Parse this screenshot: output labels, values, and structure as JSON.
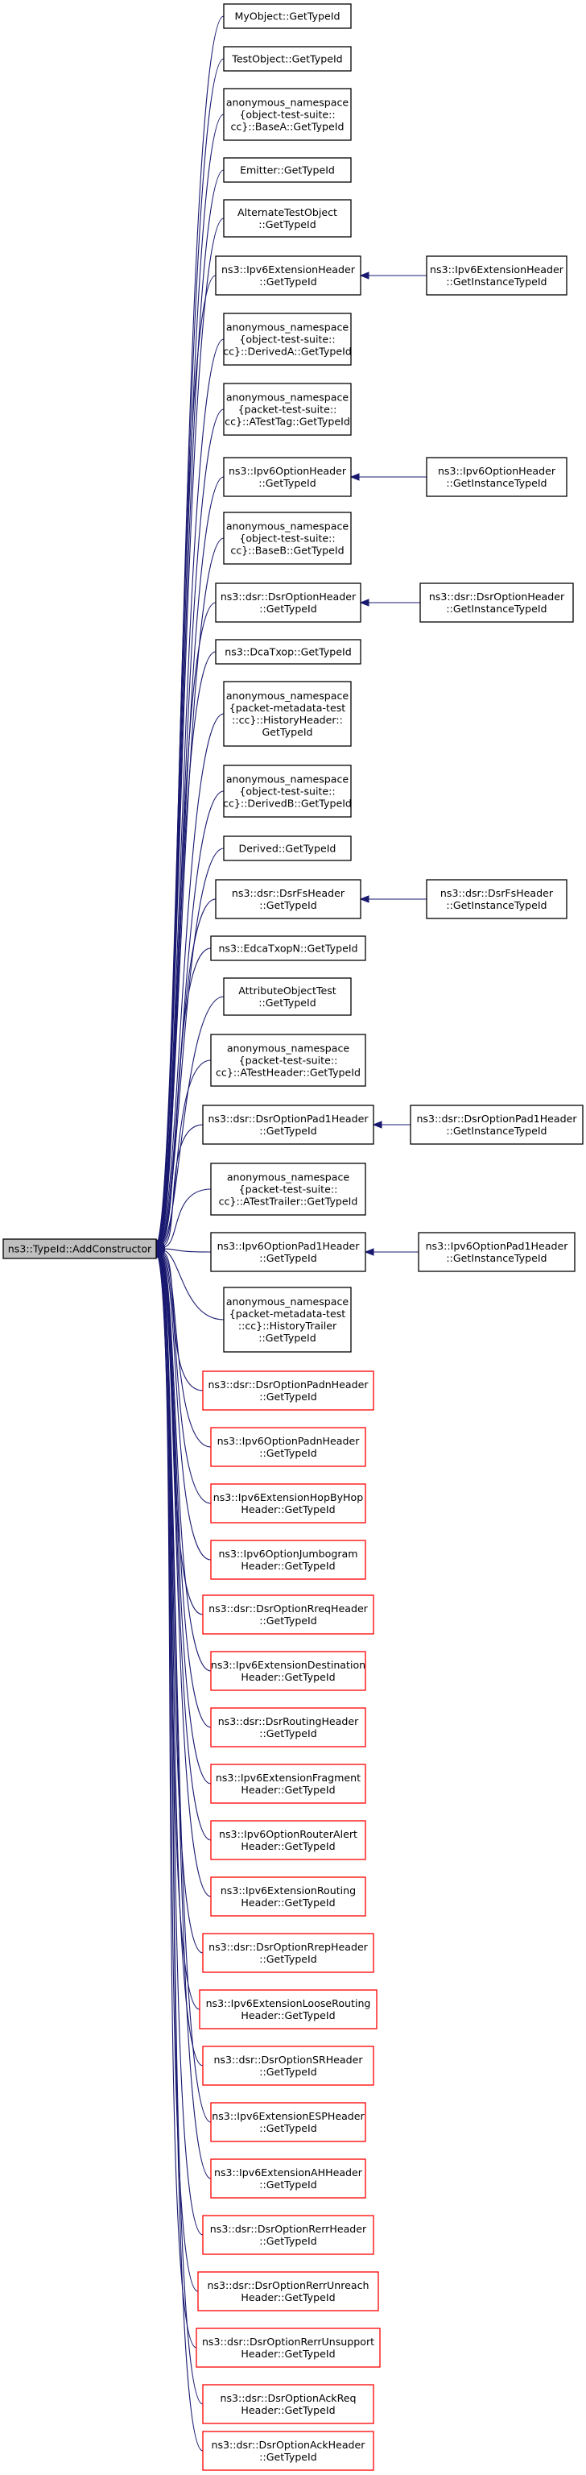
{
  "colors": {
    "edge": "#191970",
    "border_normal": "#000000",
    "border_truncated": "#ff0000",
    "root_fill": "#bfbfbf",
    "text": "#000000"
  },
  "root": {
    "id": "root",
    "lines": [
      "ns3::TypeId::AddConstructor"
    ]
  },
  "nodes": [
    {
      "id": "n0",
      "lines": [
        "MyObject::GetTypeId"
      ],
      "border": "normal"
    },
    {
      "id": "n1",
      "lines": [
        "TestObject::GetTypeId"
      ],
      "border": "normal"
    },
    {
      "id": "n2",
      "lines": [
        "anonymous_namespace",
        "{object-test-suite::",
        "cc}::BaseA::GetTypeId"
      ],
      "border": "normal"
    },
    {
      "id": "n3",
      "lines": [
        "Emitter::GetTypeId"
      ],
      "border": "normal"
    },
    {
      "id": "n4",
      "lines": [
        "AlternateTestObject",
        "::GetTypeId"
      ],
      "border": "normal"
    },
    {
      "id": "n5",
      "lines": [
        "ns3::Ipv6ExtensionHeader",
        "::GetTypeId"
      ],
      "border": "normal"
    },
    {
      "id": "n6",
      "lines": [
        "anonymous_namespace",
        "{object-test-suite::",
        "cc}::DerivedA::GetTypeId"
      ],
      "border": "normal"
    },
    {
      "id": "n7",
      "lines": [
        "anonymous_namespace",
        "{packet-test-suite::",
        "cc}::ATestTag::GetTypeId"
      ],
      "border": "normal"
    },
    {
      "id": "n8",
      "lines": [
        "ns3::Ipv6OptionHeader",
        "::GetTypeId"
      ],
      "border": "normal"
    },
    {
      "id": "n9",
      "lines": [
        "anonymous_namespace",
        "{object-test-suite::",
        "cc}::BaseB::GetTypeId"
      ],
      "border": "normal"
    },
    {
      "id": "n10",
      "lines": [
        "ns3::dsr::DsrOptionHeader",
        "::GetTypeId"
      ],
      "border": "normal"
    },
    {
      "id": "n11",
      "lines": [
        "ns3::DcaTxop::GetTypeId"
      ],
      "border": "normal"
    },
    {
      "id": "n12",
      "lines": [
        "anonymous_namespace",
        "{packet-metadata-test",
        "::cc}::HistoryHeader::",
        "GetTypeId"
      ],
      "border": "normal"
    },
    {
      "id": "n13",
      "lines": [
        "anonymous_namespace",
        "{object-test-suite::",
        "cc}::DerivedB::GetTypeId"
      ],
      "border": "normal"
    },
    {
      "id": "n14",
      "lines": [
        "Derived::GetTypeId"
      ],
      "border": "normal"
    },
    {
      "id": "n15",
      "lines": [
        "ns3::dsr::DsrFsHeader",
        "::GetTypeId"
      ],
      "border": "normal"
    },
    {
      "id": "n16",
      "lines": [
        "ns3::EdcaTxopN::GetTypeId"
      ],
      "border": "normal"
    },
    {
      "id": "n17",
      "lines": [
        "AttributeObjectTest",
        "::GetTypeId"
      ],
      "border": "normal"
    },
    {
      "id": "n18",
      "lines": [
        "anonymous_namespace",
        "{packet-test-suite::",
        "cc}::ATestHeader::GetTypeId"
      ],
      "border": "normal"
    },
    {
      "id": "n19",
      "lines": [
        "ns3::dsr::DsrOptionPad1Header",
        "::GetTypeId"
      ],
      "border": "normal"
    },
    {
      "id": "n20",
      "lines": [
        "anonymous_namespace",
        "{packet-test-suite::",
        "cc}::ATestTrailer::GetTypeId"
      ],
      "border": "normal"
    },
    {
      "id": "n21",
      "lines": [
        "ns3::Ipv6OptionPad1Header",
        "::GetTypeId"
      ],
      "border": "normal"
    },
    {
      "id": "n22",
      "lines": [
        "anonymous_namespace",
        "{packet-metadata-test",
        "::cc}::HistoryTrailer",
        "::GetTypeId"
      ],
      "border": "normal"
    },
    {
      "id": "n23",
      "lines": [
        "ns3::dsr::DsrOptionPadnHeader",
        "::GetTypeId"
      ],
      "border": "truncated"
    },
    {
      "id": "n24",
      "lines": [
        "ns3::Ipv6OptionPadnHeader",
        "::GetTypeId"
      ],
      "border": "truncated"
    },
    {
      "id": "n25",
      "lines": [
        "ns3::Ipv6ExtensionHopByHop",
        "Header::GetTypeId"
      ],
      "border": "truncated"
    },
    {
      "id": "n26",
      "lines": [
        "ns3::Ipv6OptionJumbogram",
        "Header::GetTypeId"
      ],
      "border": "truncated"
    },
    {
      "id": "n27",
      "lines": [
        "ns3::dsr::DsrOptionRreqHeader",
        "::GetTypeId"
      ],
      "border": "truncated"
    },
    {
      "id": "n28",
      "lines": [
        "ns3::Ipv6ExtensionDestination",
        "Header::GetTypeId"
      ],
      "border": "truncated"
    },
    {
      "id": "n29",
      "lines": [
        "ns3::dsr::DsrRoutingHeader",
        "::GetTypeId"
      ],
      "border": "truncated"
    },
    {
      "id": "n30",
      "lines": [
        "ns3::Ipv6ExtensionFragment",
        "Header::GetTypeId"
      ],
      "border": "truncated"
    },
    {
      "id": "n31",
      "lines": [
        "ns3::Ipv6OptionRouterAlert",
        "Header::GetTypeId"
      ],
      "border": "truncated"
    },
    {
      "id": "n32",
      "lines": [
        "ns3::Ipv6ExtensionRouting",
        "Header::GetTypeId"
      ],
      "border": "truncated"
    },
    {
      "id": "n33",
      "lines": [
        "ns3::dsr::DsrOptionRrepHeader",
        "::GetTypeId"
      ],
      "border": "truncated"
    },
    {
      "id": "n34",
      "lines": [
        "ns3::Ipv6ExtensionLooseRouting",
        "Header::GetTypeId"
      ],
      "border": "truncated"
    },
    {
      "id": "n35",
      "lines": [
        "ns3::dsr::DsrOptionSRHeader",
        "::GetTypeId"
      ],
      "border": "truncated"
    },
    {
      "id": "n36",
      "lines": [
        "ns3::Ipv6ExtensionESPHeader",
        "::GetTypeId"
      ],
      "border": "truncated"
    },
    {
      "id": "n37",
      "lines": [
        "ns3::Ipv6ExtensionAHHeader",
        "::GetTypeId"
      ],
      "border": "truncated"
    },
    {
      "id": "n38",
      "lines": [
        "ns3::dsr::DsrOptionRerrHeader",
        "::GetTypeId"
      ],
      "border": "truncated"
    },
    {
      "id": "n39",
      "lines": [
        "ns3::dsr::DsrOptionRerrUnreach",
        "Header::GetTypeId"
      ],
      "border": "truncated"
    },
    {
      "id": "n40",
      "lines": [
        "ns3::dsr::DsrOptionRerrUnsupport",
        "Header::GetTypeId"
      ],
      "border": "truncated"
    },
    {
      "id": "n41",
      "lines": [
        "ns3::dsr::DsrOptionAckReq",
        "Header::GetTypeId"
      ],
      "border": "truncated"
    },
    {
      "id": "n42",
      "lines": [
        "ns3::dsr::DsrOptionAckHeader",
        "::GetTypeId"
      ],
      "border": "truncated"
    },
    {
      "id": "c5",
      "lines": [
        "ns3::Ipv6ExtensionHeader",
        "::GetInstanceTypeId"
      ],
      "border": "normal"
    },
    {
      "id": "c8",
      "lines": [
        "ns3::Ipv6OptionHeader",
        "::GetInstanceTypeId"
      ],
      "border": "normal"
    },
    {
      "id": "c10",
      "lines": [
        "ns3::dsr::DsrOptionHeader",
        "::GetInstanceTypeId"
      ],
      "border": "normal"
    },
    {
      "id": "c15",
      "lines": [
        "ns3::dsr::DsrFsHeader",
        "::GetInstanceTypeId"
      ],
      "border": "normal"
    },
    {
      "id": "c19",
      "lines": [
        "ns3::dsr::DsrOptionPad1Header",
        "::GetInstanceTypeId"
      ],
      "border": "normal"
    },
    {
      "id": "c21",
      "lines": [
        "ns3::Ipv6OptionPad1Header",
        "::GetInstanceTypeId"
      ],
      "border": "normal"
    }
  ],
  "edges": [
    {
      "from": "n0",
      "to": "root"
    },
    {
      "from": "n1",
      "to": "root"
    },
    {
      "from": "n2",
      "to": "root"
    },
    {
      "from": "n3",
      "to": "root"
    },
    {
      "from": "n4",
      "to": "root"
    },
    {
      "from": "n5",
      "to": "root"
    },
    {
      "from": "n6",
      "to": "root"
    },
    {
      "from": "n7",
      "to": "root"
    },
    {
      "from": "n8",
      "to": "root"
    },
    {
      "from": "n9",
      "to": "root"
    },
    {
      "from": "n10",
      "to": "root"
    },
    {
      "from": "n11",
      "to": "root"
    },
    {
      "from": "n12",
      "to": "root"
    },
    {
      "from": "n13",
      "to": "root"
    },
    {
      "from": "n14",
      "to": "root"
    },
    {
      "from": "n15",
      "to": "root"
    },
    {
      "from": "n16",
      "to": "root"
    },
    {
      "from": "n17",
      "to": "root"
    },
    {
      "from": "n18",
      "to": "root"
    },
    {
      "from": "n19",
      "to": "root"
    },
    {
      "from": "n20",
      "to": "root"
    },
    {
      "from": "n21",
      "to": "root"
    },
    {
      "from": "n22",
      "to": "root"
    },
    {
      "from": "n23",
      "to": "root"
    },
    {
      "from": "n24",
      "to": "root"
    },
    {
      "from": "n25",
      "to": "root"
    },
    {
      "from": "n26",
      "to": "root"
    },
    {
      "from": "n27",
      "to": "root"
    },
    {
      "from": "n28",
      "to": "root"
    },
    {
      "from": "n29",
      "to": "root"
    },
    {
      "from": "n30",
      "to": "root"
    },
    {
      "from": "n31",
      "to": "root"
    },
    {
      "from": "n32",
      "to": "root"
    },
    {
      "from": "n33",
      "to": "root"
    },
    {
      "from": "n34",
      "to": "root"
    },
    {
      "from": "n35",
      "to": "root"
    },
    {
      "from": "n36",
      "to": "root"
    },
    {
      "from": "n37",
      "to": "root"
    },
    {
      "from": "n38",
      "to": "root"
    },
    {
      "from": "n39",
      "to": "root"
    },
    {
      "from": "n40",
      "to": "root"
    },
    {
      "from": "n41",
      "to": "root"
    },
    {
      "from": "n42",
      "to": "root"
    },
    {
      "from": "c5",
      "to": "n5"
    },
    {
      "from": "c8",
      "to": "n8"
    },
    {
      "from": "c10",
      "to": "n10"
    },
    {
      "from": "c15",
      "to": "n15"
    },
    {
      "from": "c19",
      "to": "n19"
    },
    {
      "from": "c21",
      "to": "n21"
    }
  ]
}
